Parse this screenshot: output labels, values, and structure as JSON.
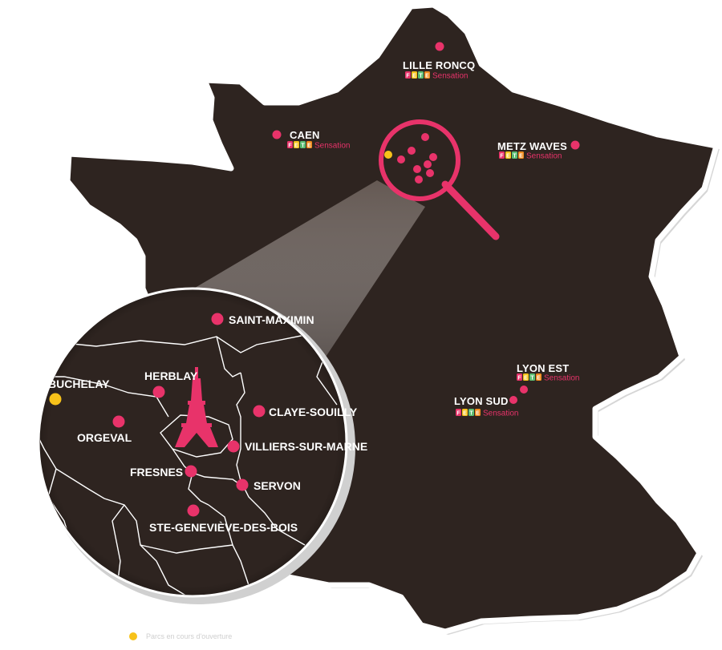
{
  "colors": {
    "land": "#2e2420",
    "outline": "#ffffff",
    "shadow": "#cfcfcf",
    "park": "#e8336a",
    "new_park": "#f7c21a",
    "magnifier": "#e8336a"
  },
  "brand": {
    "letters": [
      "F",
      "E",
      "T",
      "E"
    ],
    "letter_colors": [
      "#e8336a",
      "#f7c21a",
      "#5bbd72",
      "#f08a1c"
    ],
    "suffix": "Sensation"
  },
  "map_points": [
    {
      "id": "lille-ronco",
      "label": "LILLE RONCQ",
      "color": "park",
      "sensation": true
    },
    {
      "id": "caen",
      "label": "CAEN",
      "color": "park",
      "sensation": true
    },
    {
      "id": "metz-waves",
      "label": "METZ WAVES",
      "color": "park",
      "sensation": true
    },
    {
      "id": "lyon-est",
      "label": "LYON EST",
      "color": "park",
      "sensation": true
    },
    {
      "id": "lyon-sud",
      "label": "LYON SUD",
      "color": "park",
      "sensation": true
    }
  ],
  "zoom_points": [
    {
      "id": "saint-maximin",
      "label": "SAINT-MAXIMIN",
      "color": "park"
    },
    {
      "id": "buchelay",
      "label": "BUCHELAY",
      "color": "new_park"
    },
    {
      "id": "herblay",
      "label": "HERBLAY",
      "color": "park"
    },
    {
      "id": "claye-souilly",
      "label": "CLAYE-SOUILLY",
      "color": "park"
    },
    {
      "id": "orgeval",
      "label": "ORGEVAL",
      "color": "park"
    },
    {
      "id": "villiers-sur-marne",
      "label": "VILLIERS-SUR-MARNE",
      "color": "park"
    },
    {
      "id": "fresnes",
      "label": "FRESNES",
      "color": "park"
    },
    {
      "id": "servon",
      "label": "SERVON",
      "color": "park"
    },
    {
      "id": "ste-genevieve-des-bois",
      "label": "STE-GENEVIÈVE-DES-BOIS",
      "color": "park"
    }
  ],
  "icons": {
    "landmark": "eiffel-tower-icon",
    "zoom": "magnifier-icon"
  },
  "legend": {
    "text": "Parcs en cours d'ouverture"
  }
}
